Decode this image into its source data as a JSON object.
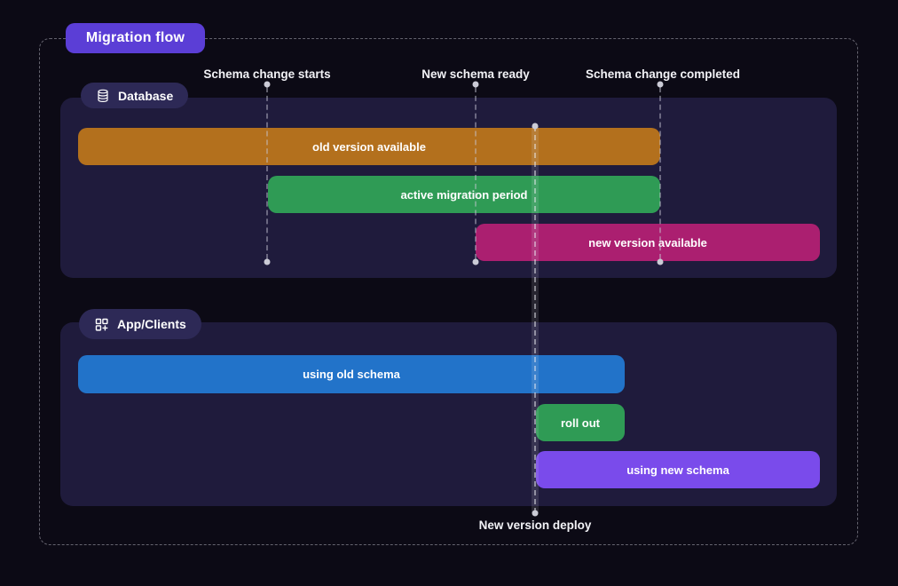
{
  "page": {
    "title": "Migration flow"
  },
  "timeline": {
    "markers": [
      {
        "label": "Schema change starts"
      },
      {
        "label": "New schema ready"
      },
      {
        "label": "Schema change completed"
      }
    ],
    "deploy_label": "New version deploy"
  },
  "sections": [
    {
      "name": "Database",
      "icon": "database-icon",
      "bars": [
        {
          "label": "old version available",
          "color": "#b3701d"
        },
        {
          "label": "active migration period",
          "color": "#2f9b55"
        },
        {
          "label": "new version available",
          "color": "#ab1f70"
        }
      ]
    },
    {
      "name": "App/Clients",
      "icon": "apps-add-icon",
      "bars": [
        {
          "label": "using old schema",
          "color": "#2273c9"
        },
        {
          "label": "roll out",
          "color": "#2f9b55"
        },
        {
          "label": "using new schema",
          "color": "#7a4beb"
        }
      ]
    }
  ],
  "colors": {
    "background": "#0c0a15",
    "panel": "#1f1b3c",
    "badge": "#2d2956",
    "title_badge": "#5b3ed6",
    "guide": "#cbcbd6"
  }
}
